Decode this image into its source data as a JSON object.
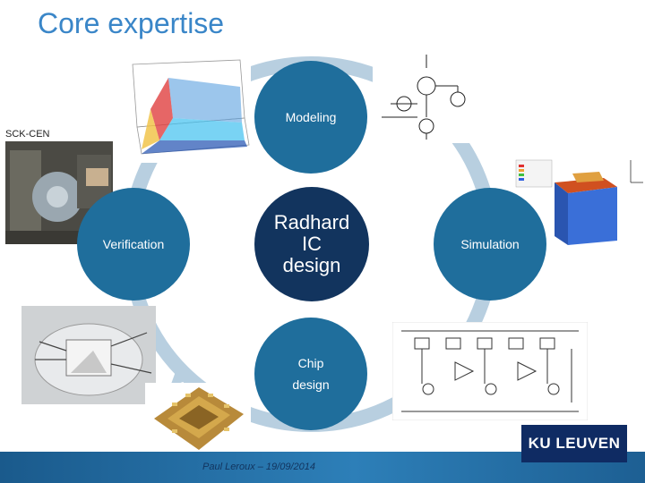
{
  "slide": {
    "title": "Core expertise",
    "source_label": "SCK-CEN",
    "footer_text": "Paul Leroux – 19/09/2014",
    "logo_text": "KU LEUVEN"
  },
  "cycle": {
    "center": {
      "line1": "Radhard",
      "line2": "IC",
      "line3": "design"
    },
    "nodes": [
      {
        "id": "modeling",
        "label": "Modeling"
      },
      {
        "id": "simulation",
        "label": "Simulation"
      },
      {
        "id": "chip-design",
        "line1": "Chip",
        "line2": "design"
      },
      {
        "id": "verification",
        "label": "Verification"
      }
    ]
  },
  "colors": {
    "title": "#3a86c8",
    "node_fill": "#1f6e9c",
    "center_fill": "#12345e",
    "ring": "#a9c4d8",
    "footer": "#2d7fb8",
    "logo_bg": "#0f2b63"
  }
}
